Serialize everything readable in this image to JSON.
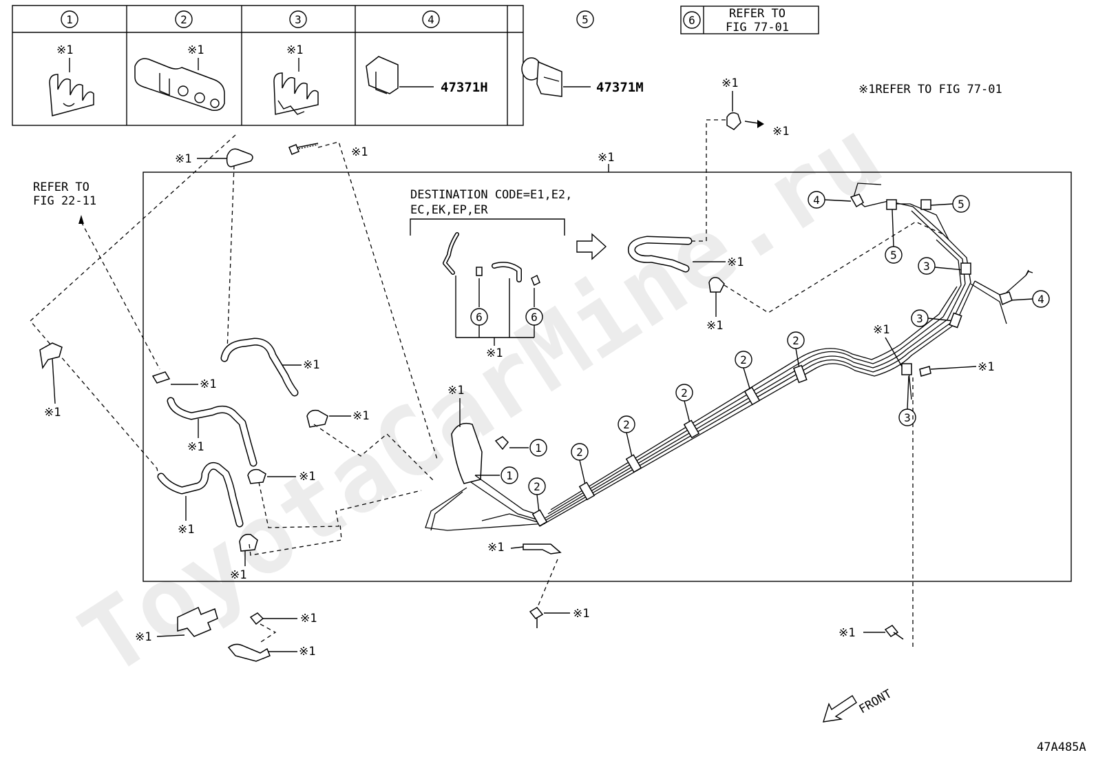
{
  "legend": {
    "items": [
      {
        "num": "1",
        "ref": "※1",
        "part_no": ""
      },
      {
        "num": "2",
        "ref": "※1",
        "part_no": ""
      },
      {
        "num": "3",
        "ref": "※1",
        "part_no": ""
      },
      {
        "num": "4",
        "ref": "",
        "part_no": "47371H"
      },
      {
        "num": "5",
        "ref": "",
        "part_no": "47371M"
      }
    ],
    "item6": {
      "num": "6",
      "line1": "REFER TO",
      "line2": "FIG 77-01"
    }
  },
  "notes": {
    "ref_note": "※1REFER TO FIG 77-01",
    "refer_22_line1": "REFER TO",
    "refer_22_line2": "FIG 22-11",
    "destination_line1": "DESTINATION CODE=E1,E2,",
    "destination_line2": "EC,EK,EP,ER",
    "front": "FRONT",
    "figure_code": "47A485A",
    "ref_mark": "※1"
  },
  "callouts": {
    "c1": "1",
    "c2": "2",
    "c3": "3",
    "c4": "4",
    "c5": "5",
    "c6": "6"
  },
  "watermark": "ToyotaCarMine.ru"
}
